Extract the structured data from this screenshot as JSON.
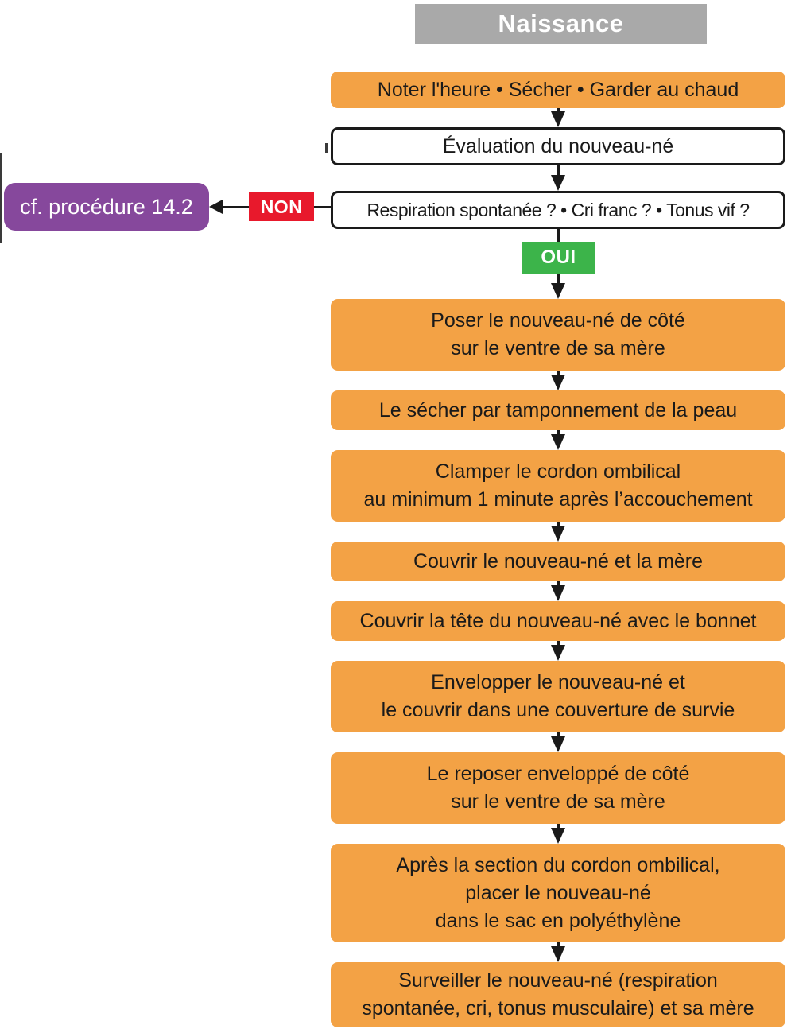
{
  "header": {
    "label": "Naissance"
  },
  "top": {
    "record": "Noter l'heure • Sécher • Garder au chaud",
    "evaluation": "Évaluation du nouveau-né",
    "decision": "Respiration spontanée ? • Cri franc ? • Tonus vif ?"
  },
  "branch": {
    "no_label": "NON",
    "yes_label": "OUI",
    "referral": "cf. procédure 14.2"
  },
  "steps": [
    {
      "lines": [
        "Poser le nouveau-né de côté",
        "sur le ventre de sa mère"
      ]
    },
    {
      "lines": [
        "Le sécher par tamponnement de la peau"
      ]
    },
    {
      "lines": [
        "Clamper le cordon ombilical",
        "au minimum 1 minute après l’accouchement"
      ]
    },
    {
      "lines": [
        "Couvrir le nouveau-né et la mère"
      ]
    },
    {
      "lines": [
        "Couvrir la tête du nouveau-né avec le bonnet"
      ]
    },
    {
      "lines": [
        "Envelopper le nouveau-né et",
        "le couvrir dans une couverture de survie"
      ]
    },
    {
      "lines": [
        "Le reposer enveloppé de côté",
        "sur le ventre de sa mère"
      ]
    },
    {
      "lines": [
        "Après la section du cordon ombilical,",
        "placer le nouveau-né",
        "dans le sac en polyéthylène"
      ]
    },
    {
      "lines": [
        "Surveiller le nouveau-né (respiration",
        "spontanée, cri, tonus musculaire) et sa mère"
      ]
    }
  ],
  "colors": {
    "orange": "#f3a245",
    "gray": "#a9a9a9",
    "purple": "#86489c",
    "red": "#e8192c",
    "green": "#3cb44a",
    "line": "#1a1a1a"
  }
}
